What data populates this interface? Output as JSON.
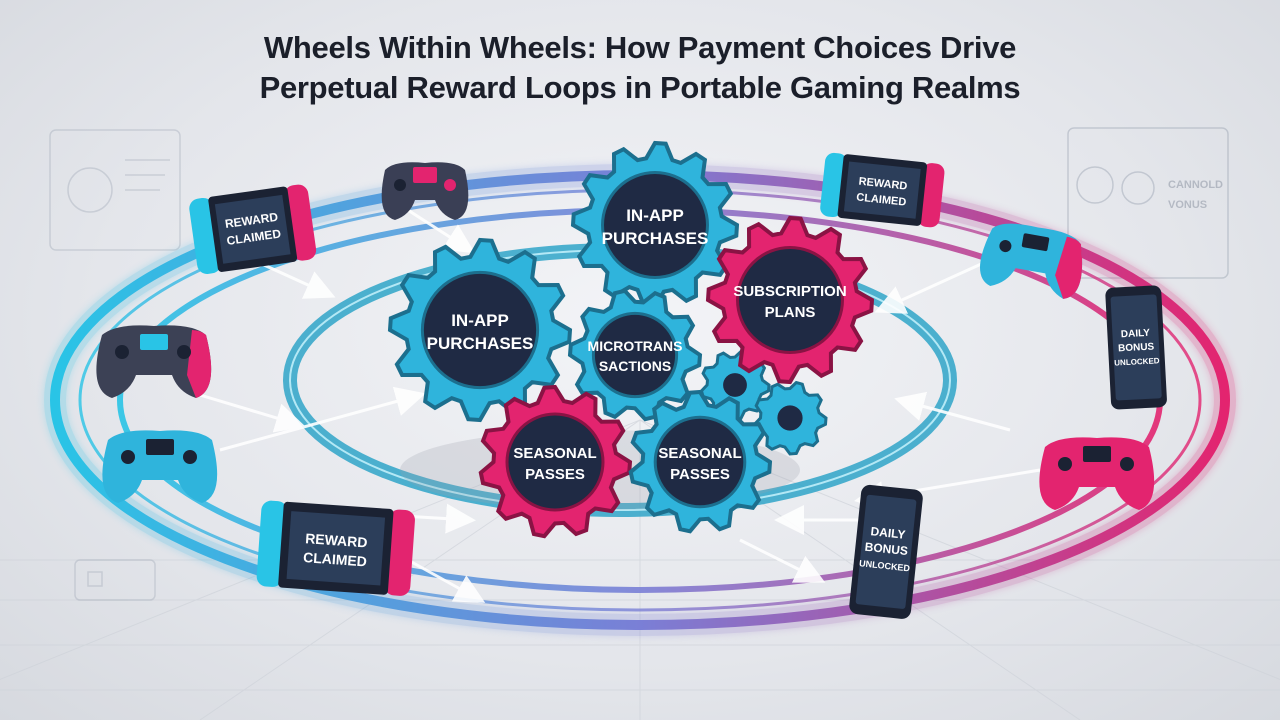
{
  "title": {
    "line1": "Wheels Within Wheels: How Payment Choices Drive",
    "line2": "Perpetual Reward Loops in Portable Gaming Realms"
  },
  "colors": {
    "cyan": "#29c4e6",
    "magenta": "#e3246f",
    "navy": "#1f2a44",
    "background": "#e6e8ec"
  },
  "gears": [
    {
      "line1": "IN-APP",
      "line2": "PURCHASES",
      "color": "cyan"
    },
    {
      "line1": "IN-APP",
      "line2": "PURCHASES",
      "color": "cyan"
    },
    {
      "line1": "SUBSCRIPTION",
      "line2": "PLANS",
      "color": "magenta"
    },
    {
      "line1": "MICROTRANS",
      "line2": "SACTIONS",
      "color": "cyan"
    },
    {
      "line1": "SEASONAL",
      "line2": "PASSES",
      "color": "magenta"
    },
    {
      "line1": "SEASONAL",
      "line2": "PASSES",
      "color": "cyan"
    }
  ],
  "devices": {
    "switch_left_top": {
      "line1": "REWARD",
      "line2": "CLAIMED"
    },
    "switch_bottom": {
      "line1": "REWARD",
      "line2": "CLAIMED"
    },
    "switch_right_top": {
      "line1": "REWARD",
      "line2": "CLAIMED"
    },
    "phone_right": {
      "line1": "DAILY",
      "line2": "BONUS",
      "line3": "UNLOCKED"
    },
    "phone_bottom": {
      "line1": "DAILY",
      "line2": "BONUS",
      "line3": "UNLOCKED"
    }
  },
  "panel_right": {
    "line1": "CANNOLD",
    "line2": "VONUS"
  }
}
